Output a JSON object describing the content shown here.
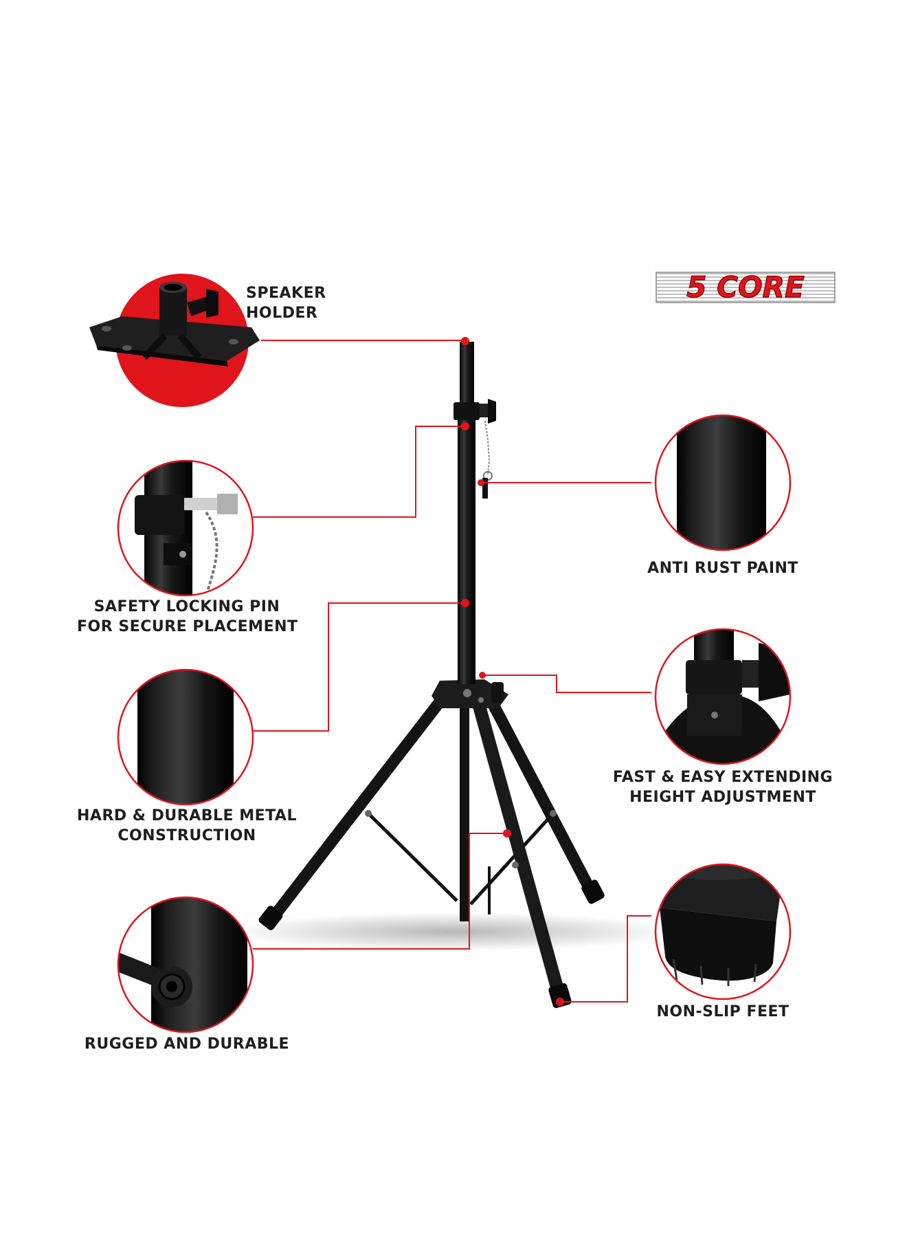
{
  "brand": {
    "logo_text": "5 CORE",
    "accent_color": "#e0141b",
    "metal_color": "#1c1c1c"
  },
  "features": [
    {
      "id": "speaker-holder",
      "lines": [
        "SPEAKER",
        "HOLDER"
      ]
    },
    {
      "id": "safety-locking-pin",
      "lines": [
        "SAFETY LOCKING PIN",
        "FOR SECURE PLACEMENT"
      ]
    },
    {
      "id": "hard-durable-metal",
      "lines": [
        "HARD & DURABLE METAL",
        "CONSTRUCTION"
      ]
    },
    {
      "id": "rugged-durable",
      "lines": [
        "RUGGED AND DURABLE"
      ]
    },
    {
      "id": "anti-rust-paint",
      "lines": [
        "ANTI RUST PAINT"
      ]
    },
    {
      "id": "height-adjustment",
      "lines": [
        "FAST & EASY EXTENDING",
        "HEIGHT ADJUSTMENT"
      ]
    },
    {
      "id": "non-slip-feet",
      "lines": [
        "NON-SLIP FEET"
      ]
    }
  ]
}
